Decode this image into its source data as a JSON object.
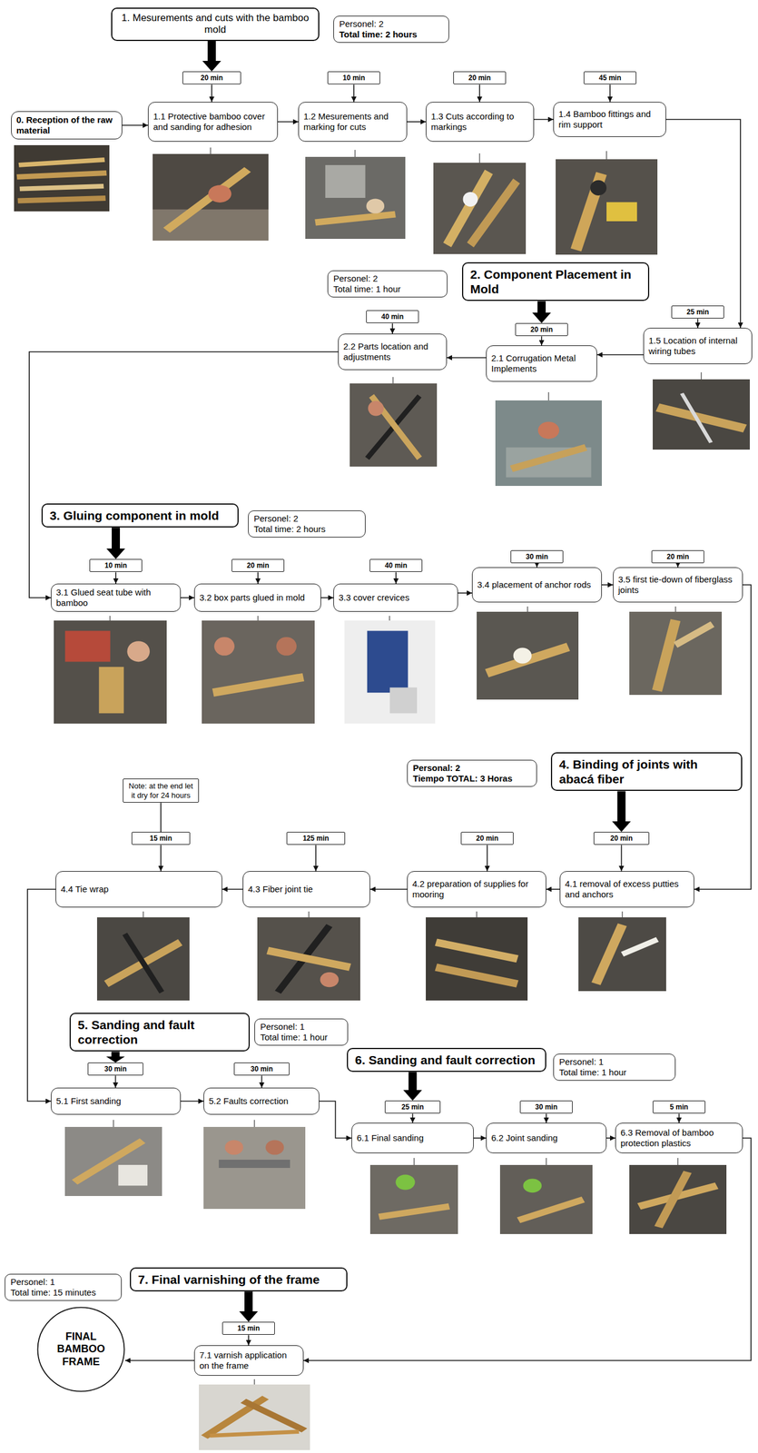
{
  "diagram": {
    "nodes": [
      {
        "text": [
          "1. Mesurements and cuts with the bamboo mold"
        ]
      },
      {
        "text": [
          "Personel: 2",
          "Total time: 2 hours"
        ]
      },
      {
        "text": [
          "0. Reception of the raw material"
        ]
      },
      {
        "text": [
          "20 min"
        ]
      },
      {
        "text": [
          "1.1 Protective bamboo cover and sanding for adhesion"
        ]
      },
      {
        "text": [
          "10 min"
        ]
      },
      {
        "text": [
          "1.2 Mesurements and marking for cuts"
        ]
      },
      {
        "text": [
          "20 min"
        ]
      },
      {
        "text": [
          "1.3 Cuts according to markings"
        ]
      },
      {
        "text": [
          "45 min"
        ]
      },
      {
        "text": [
          "1.4 Bamboo fittings and rim support"
        ]
      },
      {
        "text": [
          "Personel: 2",
          "Total time: 1 hour"
        ]
      },
      {
        "text": [
          "2. Component Placement in Mold"
        ]
      },
      {
        "text": [
          "25 min"
        ]
      },
      {
        "text": [
          "1.5 Location of internal wiring tubes"
        ]
      },
      {
        "text": [
          "40 min"
        ]
      },
      {
        "text": [
          "2.2 Parts location and adjustments"
        ]
      },
      {
        "text": [
          "20 min"
        ]
      },
      {
        "text": [
          "2.1 Corrugation Metal Implements"
        ]
      },
      {
        "text": [
          "3. Gluing component in mold"
        ]
      },
      {
        "text": [
          "Personel: 2",
          "Total time: 2 hours"
        ]
      },
      {
        "text": [
          "10 min"
        ]
      },
      {
        "text": [
          "3.1 Glued seat tube with bamboo"
        ]
      },
      {
        "text": [
          "20 min"
        ]
      },
      {
        "text": [
          "3.2 box parts glued in mold"
        ]
      },
      {
        "text": [
          "40 min"
        ]
      },
      {
        "text": [
          "3.3 cover crevices"
        ]
      },
      {
        "text": [
          "30 min"
        ]
      },
      {
        "text": [
          "3.4 placement of anchor rods"
        ]
      },
      {
        "text": [
          "20 min"
        ]
      },
      {
        "text": [
          "3.5 first tie-down of fiberglass joints"
        ]
      },
      {
        "text": [
          "Personal: 2",
          "Tiempo TOTAL: 3 Horas"
        ]
      },
      {
        "text": [
          "4. Binding of joints with abacá fiber"
        ]
      },
      {
        "text": [
          "Note: at the end let it dry for 24 hours"
        ]
      },
      {
        "text": [
          "15 min"
        ]
      },
      {
        "text": [
          "125 min"
        ]
      },
      {
        "text": [
          "20 min"
        ]
      },
      {
        "text": [
          "20 min"
        ]
      },
      {
        "text": [
          "4.4 Tie wrap"
        ]
      },
      {
        "text": [
          "4.3 Fiber joint tie"
        ]
      },
      {
        "text": [
          "4.2 preparation of supplies for mooring"
        ]
      },
      {
        "text": [
          "4.1 removal of excess putties and anchors"
        ]
      },
      {
        "text": [
          "5. Sanding and fault correction"
        ]
      },
      {
        "text": [
          "Personel: 1",
          "Total time: 1 hour"
        ]
      },
      {
        "text": [
          "30 min"
        ]
      },
      {
        "text": [
          "5.1 First sanding"
        ]
      },
      {
        "text": [
          "30 min"
        ]
      },
      {
        "text": [
          "5.2 Faults correction"
        ]
      },
      {
        "text": [
          "6. Sanding and fault correction"
        ]
      },
      {
        "text": [
          "Personel: 1",
          "Total time: 1 hour"
        ]
      },
      {
        "text": [
          "25 min"
        ]
      },
      {
        "text": [
          "6.1 Final sanding"
        ]
      },
      {
        "text": [
          "30 min"
        ]
      },
      {
        "text": [
          "6.2 Joint sanding"
        ]
      },
      {
        "text": [
          "5 min"
        ]
      },
      {
        "text": [
          "6.3 Removal of bamboo protection plastics"
        ]
      },
      {
        "text": [
          "Personel: 1",
          "Total time: 15 minutes"
        ]
      },
      {
        "text": [
          "7. Final varnishing of the frame"
        ]
      },
      {
        "text": [
          "15 min"
        ]
      },
      {
        "text": [
          "7.1 varnish application on the frame"
        ]
      },
      {
        "text": [
          "FINAL BAMBOO FRAME"
        ]
      }
    ],
    "edges": [
      {
        "from": 0,
        "to": 3,
        "arrow": "to"
      },
      {
        "from": 2,
        "to": 4,
        "arrow": "to"
      },
      {
        "from": 3,
        "to": 4,
        "arrow": "to"
      },
      {
        "from": 4,
        "to": 6,
        "arrow": "to"
      },
      {
        "from": 5,
        "to": 6,
        "arrow": "to"
      },
      {
        "from": 6,
        "to": 8,
        "arrow": "to"
      },
      {
        "from": 7,
        "to": 8,
        "arrow": "to"
      },
      {
        "from": 8,
        "to": 10,
        "arrow": "to"
      },
      {
        "from": 9,
        "to": 10,
        "arrow": "to"
      },
      {
        "from": 10,
        "to": 14,
        "arrow": "to"
      },
      {
        "from": 12,
        "to": 17,
        "arrow": "to"
      },
      {
        "from": 13,
        "to": 14,
        "arrow": "to"
      },
      {
        "from": 14,
        "to": 18,
        "arrow": "to"
      },
      {
        "from": 17,
        "to": 18,
        "arrow": "to"
      },
      {
        "from": 18,
        "to": 16,
        "arrow": "to"
      },
      {
        "from": 15,
        "to": 16,
        "arrow": "to"
      },
      {
        "from": 16,
        "to": 22,
        "arrow": "to"
      },
      {
        "from": 19,
        "to": 21,
        "arrow": "to"
      },
      {
        "from": 21,
        "to": 22,
        "arrow": "to"
      },
      {
        "from": 22,
        "to": 24,
        "arrow": "to"
      },
      {
        "from": 23,
        "to": 24,
        "arrow": "to"
      },
      {
        "from": 24,
        "to": 26,
        "arrow": "to"
      },
      {
        "from": 25,
        "to": 26,
        "arrow": "to"
      },
      {
        "from": 26,
        "to": 28,
        "arrow": "to"
      },
      {
        "from": 27,
        "to": 28,
        "arrow": "to"
      },
      {
        "from": 28,
        "to": 30,
        "arrow": "to"
      },
      {
        "from": 29,
        "to": 30,
        "arrow": "to"
      },
      {
        "from": 30,
        "to": 41,
        "arrow": "to"
      },
      {
        "from": 32,
        "to": 37,
        "arrow": "to"
      },
      {
        "from": 37,
        "to": 41,
        "arrow": "to"
      },
      {
        "from": 41,
        "to": 40,
        "arrow": "to"
      },
      {
        "from": 36,
        "to": 40,
        "arrow": "to"
      },
      {
        "from": 40,
        "to": 39,
        "arrow": "to"
      },
      {
        "from": 35,
        "to": 39,
        "arrow": "to"
      },
      {
        "from": 39,
        "to": 38,
        "arrow": "to"
      },
      {
        "from": 33,
        "to": 34,
        "arrow": "none"
      },
      {
        "from": 34,
        "to": 38,
        "arrow": "to"
      },
      {
        "from": 38,
        "to": 45,
        "arrow": "to"
      },
      {
        "from": 42,
        "to": 44,
        "arrow": "to"
      },
      {
        "from": 44,
        "to": 45,
        "arrow": "to"
      },
      {
        "from": 45,
        "to": 47,
        "arrow": "to"
      },
      {
        "from": 46,
        "to": 47,
        "arrow": "to"
      },
      {
        "from": 47,
        "to": 51,
        "arrow": "to"
      },
      {
        "from": 48,
        "to": 50,
        "arrow": "to"
      },
      {
        "from": 50,
        "to": 51,
        "arrow": "to"
      },
      {
        "from": 51,
        "to": 53,
        "arrow": "to"
      },
      {
        "from": 52,
        "to": 53,
        "arrow": "to"
      },
      {
        "from": 53,
        "to": 55,
        "arrow": "to"
      },
      {
        "from": 54,
        "to": 55,
        "arrow": "to"
      },
      {
        "from": 55,
        "to": 59,
        "arrow": "to"
      },
      {
        "from": 57,
        "to": 58,
        "arrow": "to"
      },
      {
        "from": 58,
        "to": 59,
        "arrow": "to"
      },
      {
        "from": 59,
        "to": 60,
        "arrow": "to"
      }
    ]
  }
}
